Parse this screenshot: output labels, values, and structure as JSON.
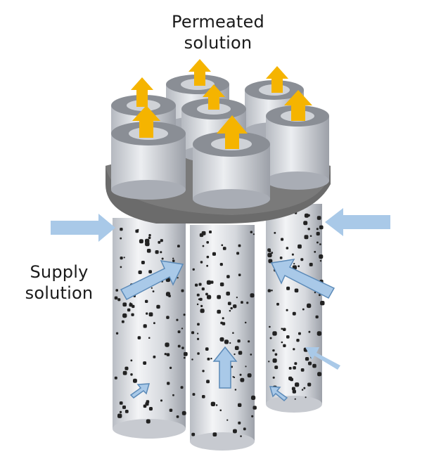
{
  "labels": {
    "permeated": [
      "Permeated",
      "solution"
    ],
    "supply": [
      "Supply",
      "solution"
    ]
  },
  "colors": {
    "permeate_arrow": "#f5b400",
    "supply_arrow": "#a9c9e8",
    "supply_arrow_outline": "#5b8ab8",
    "plate": "#6b6b6b",
    "tube_light": "#e9ebef",
    "tube_dark": "#a9adb5",
    "particle": "#222222"
  },
  "icons": {
    "permeate_arrow": "arrow-up-icon",
    "supply_arrow": "arrow-right-icon"
  }
}
